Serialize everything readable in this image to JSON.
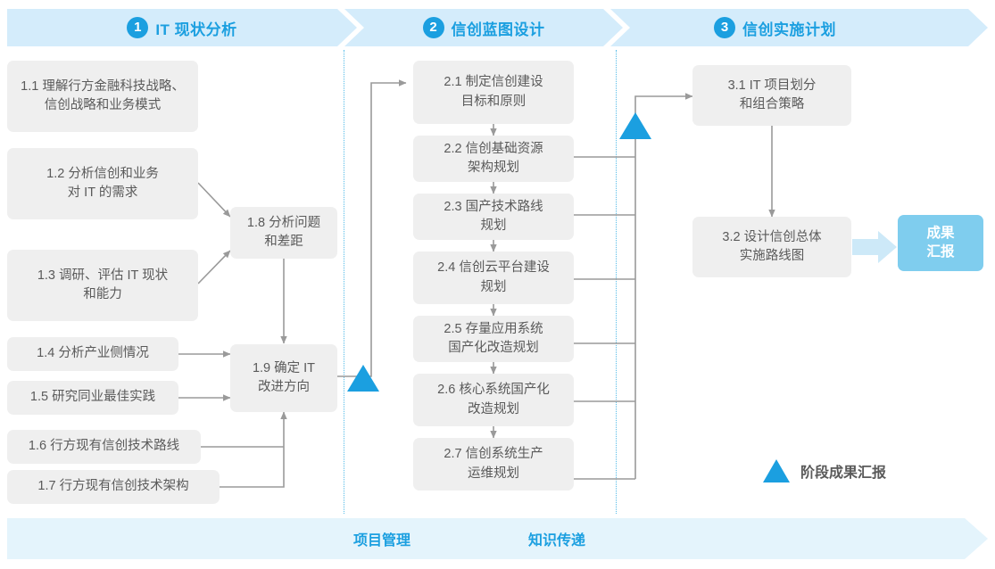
{
  "header": {
    "stages": [
      {
        "num": "1",
        "title": "IT 现状分析"
      },
      {
        "num": "2",
        "title": "信创蓝图设计"
      },
      {
        "num": "3",
        "title": "信创实施计划"
      }
    ]
  },
  "stage1": {
    "boxes": [
      {
        "id": "1.1",
        "text": "1.1 理解行方金融科技战略、\n信创战略和业务模式"
      },
      {
        "id": "1.2",
        "text": "1.2 分析信创和业务\n对 IT 的需求"
      },
      {
        "id": "1.3",
        "text": "1.3 调研、评估 IT 现状\n和能力"
      },
      {
        "id": "1.4",
        "text": "1.4 分析产业侧情况"
      },
      {
        "id": "1.5",
        "text": "1.5 研究同业最佳实践"
      },
      {
        "id": "1.6",
        "text": "1.6 行方现有信创技术路线"
      },
      {
        "id": "1.7",
        "text": "1.7 行方现有信创技术架构"
      },
      {
        "id": "1.8",
        "text": "1.8 分析问题\n和差距"
      },
      {
        "id": "1.9",
        "text": "1.9 确定 IT\n改进方向"
      }
    ]
  },
  "stage2": {
    "boxes": [
      {
        "id": "2.1",
        "text": "2.1 制定信创建设\n目标和原则"
      },
      {
        "id": "2.2",
        "text": "2.2 信创基础资源\n架构规划"
      },
      {
        "id": "2.3",
        "text": "2.3 国产技术路线\n规划"
      },
      {
        "id": "2.4",
        "text": "2.4 信创云平台建设\n规划"
      },
      {
        "id": "2.5",
        "text": "2.5 存量应用系统\n国产化改造规划"
      },
      {
        "id": "2.6",
        "text": "2.6 核心系统国产化\n改造规划"
      },
      {
        "id": "2.7",
        "text": "2.7 信创系统生产\n运维规划"
      }
    ]
  },
  "stage3": {
    "boxes": [
      {
        "id": "3.1",
        "text": "3.1 IT 项目划分\n和组合策略"
      },
      {
        "id": "3.2",
        "text": "3.2 设计信创总体\n实施路线图"
      }
    ],
    "result_badge": "成果\n汇报"
  },
  "legend": {
    "milestone_label": "阶段成果汇报"
  },
  "footer": {
    "labels": [
      "项目管理",
      "知识传递"
    ]
  },
  "colors": {
    "accent_blue": "#1b9fe0",
    "band_blue": "#d4ecfb",
    "footer_blue": "#e4f4fc",
    "badge_blue": "#7fcdee",
    "box_gray": "#efefef",
    "text_gray": "#5a5a5a",
    "wire_gray": "#9a9a9a",
    "dotted_blue": "#56bce8"
  }
}
